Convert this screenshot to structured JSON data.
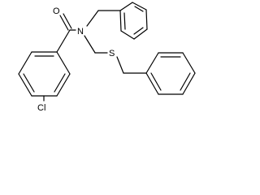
{
  "structure": {
    "atoms": {
      "oxygen": "O",
      "nitrogen": "N",
      "sulfur": "S",
      "chlorine": "Cl"
    },
    "colors": {
      "bond": "#000000",
      "background": "#ffffff"
    }
  }
}
